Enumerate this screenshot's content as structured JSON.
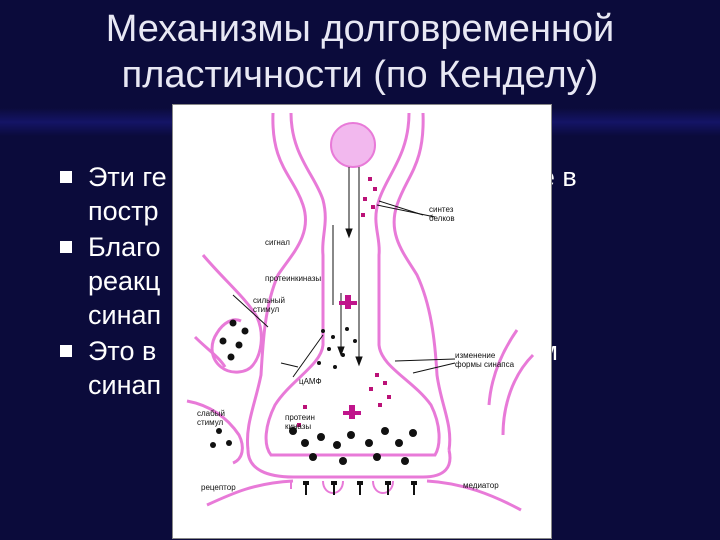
{
  "slide": {
    "title_line1": "Механизмы долговременной",
    "title_line2": "пластичности (по Кенделу)"
  },
  "bullets": [
    {
      "text": "Эти ге                                   ствующие в\nпостр                                   в."
    },
    {
      "text": "Благо                                   ых\nреакц                                   и форма\nсинап"
    },
    {
      "text": "Это в                                   зменениям\nсинап                                   ."
    }
  ],
  "figure": {
    "labels": {
      "protein_synthesis": "синтез\nбелков",
      "signal": "сигнал",
      "protein_kinase": "протеинкиназы",
      "strong_stimulus": "сильный\nстимул",
      "synapse_change": "изменение\nформы синапса",
      "camp": "цАМФ",
      "weak_stimulus": "слабый\nстимул",
      "protein_kinases_lower": "протеин\nкиназы",
      "receptor": "рецептор",
      "mediator": "медиатор"
    },
    "colors": {
      "membrane": "#e87ad8",
      "nucleus": "#f2b8ee",
      "ink": "#111111",
      "kinase": "#c0158c",
      "mediator_dot": "#bb1177"
    }
  }
}
